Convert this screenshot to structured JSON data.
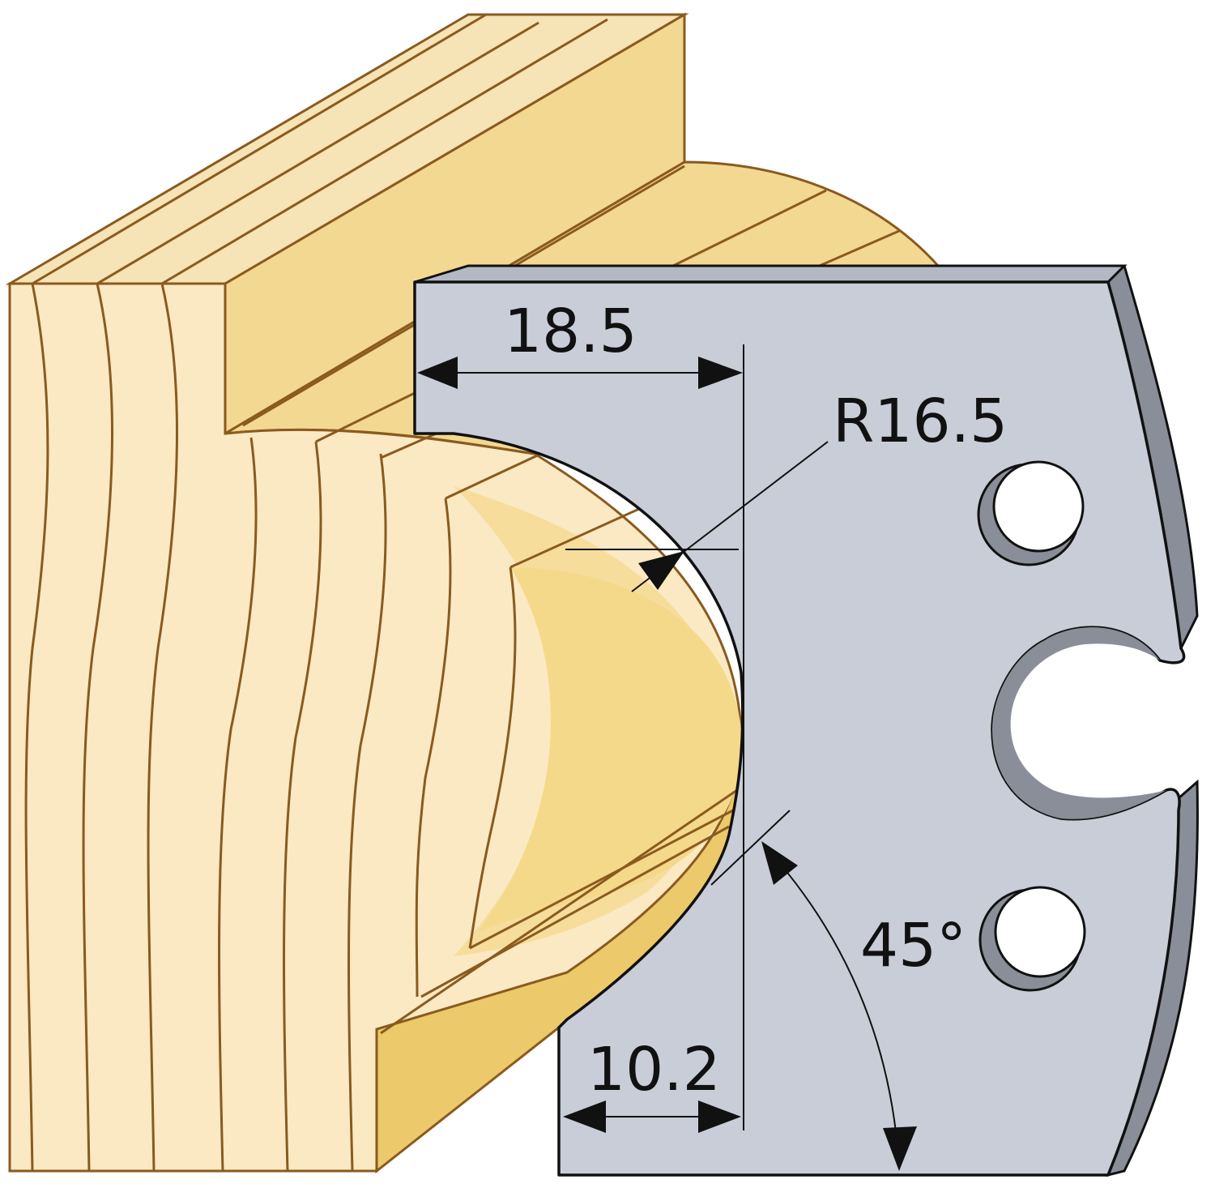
{
  "dimensions": {
    "top_width": "18.5",
    "radius": "R16.5",
    "bottom_width": "10.2",
    "angle": "45°"
  },
  "colors": {
    "wood_light": "#fbe9c4",
    "wood_front": "#f6e3b6",
    "wood_face": "#f3d891",
    "wood_face_dark": "#ecc96a",
    "grain": "#8a5a1e",
    "steel": "#c9cdd7",
    "steel_dark": "#8a8e99",
    "ink": "#111111"
  }
}
